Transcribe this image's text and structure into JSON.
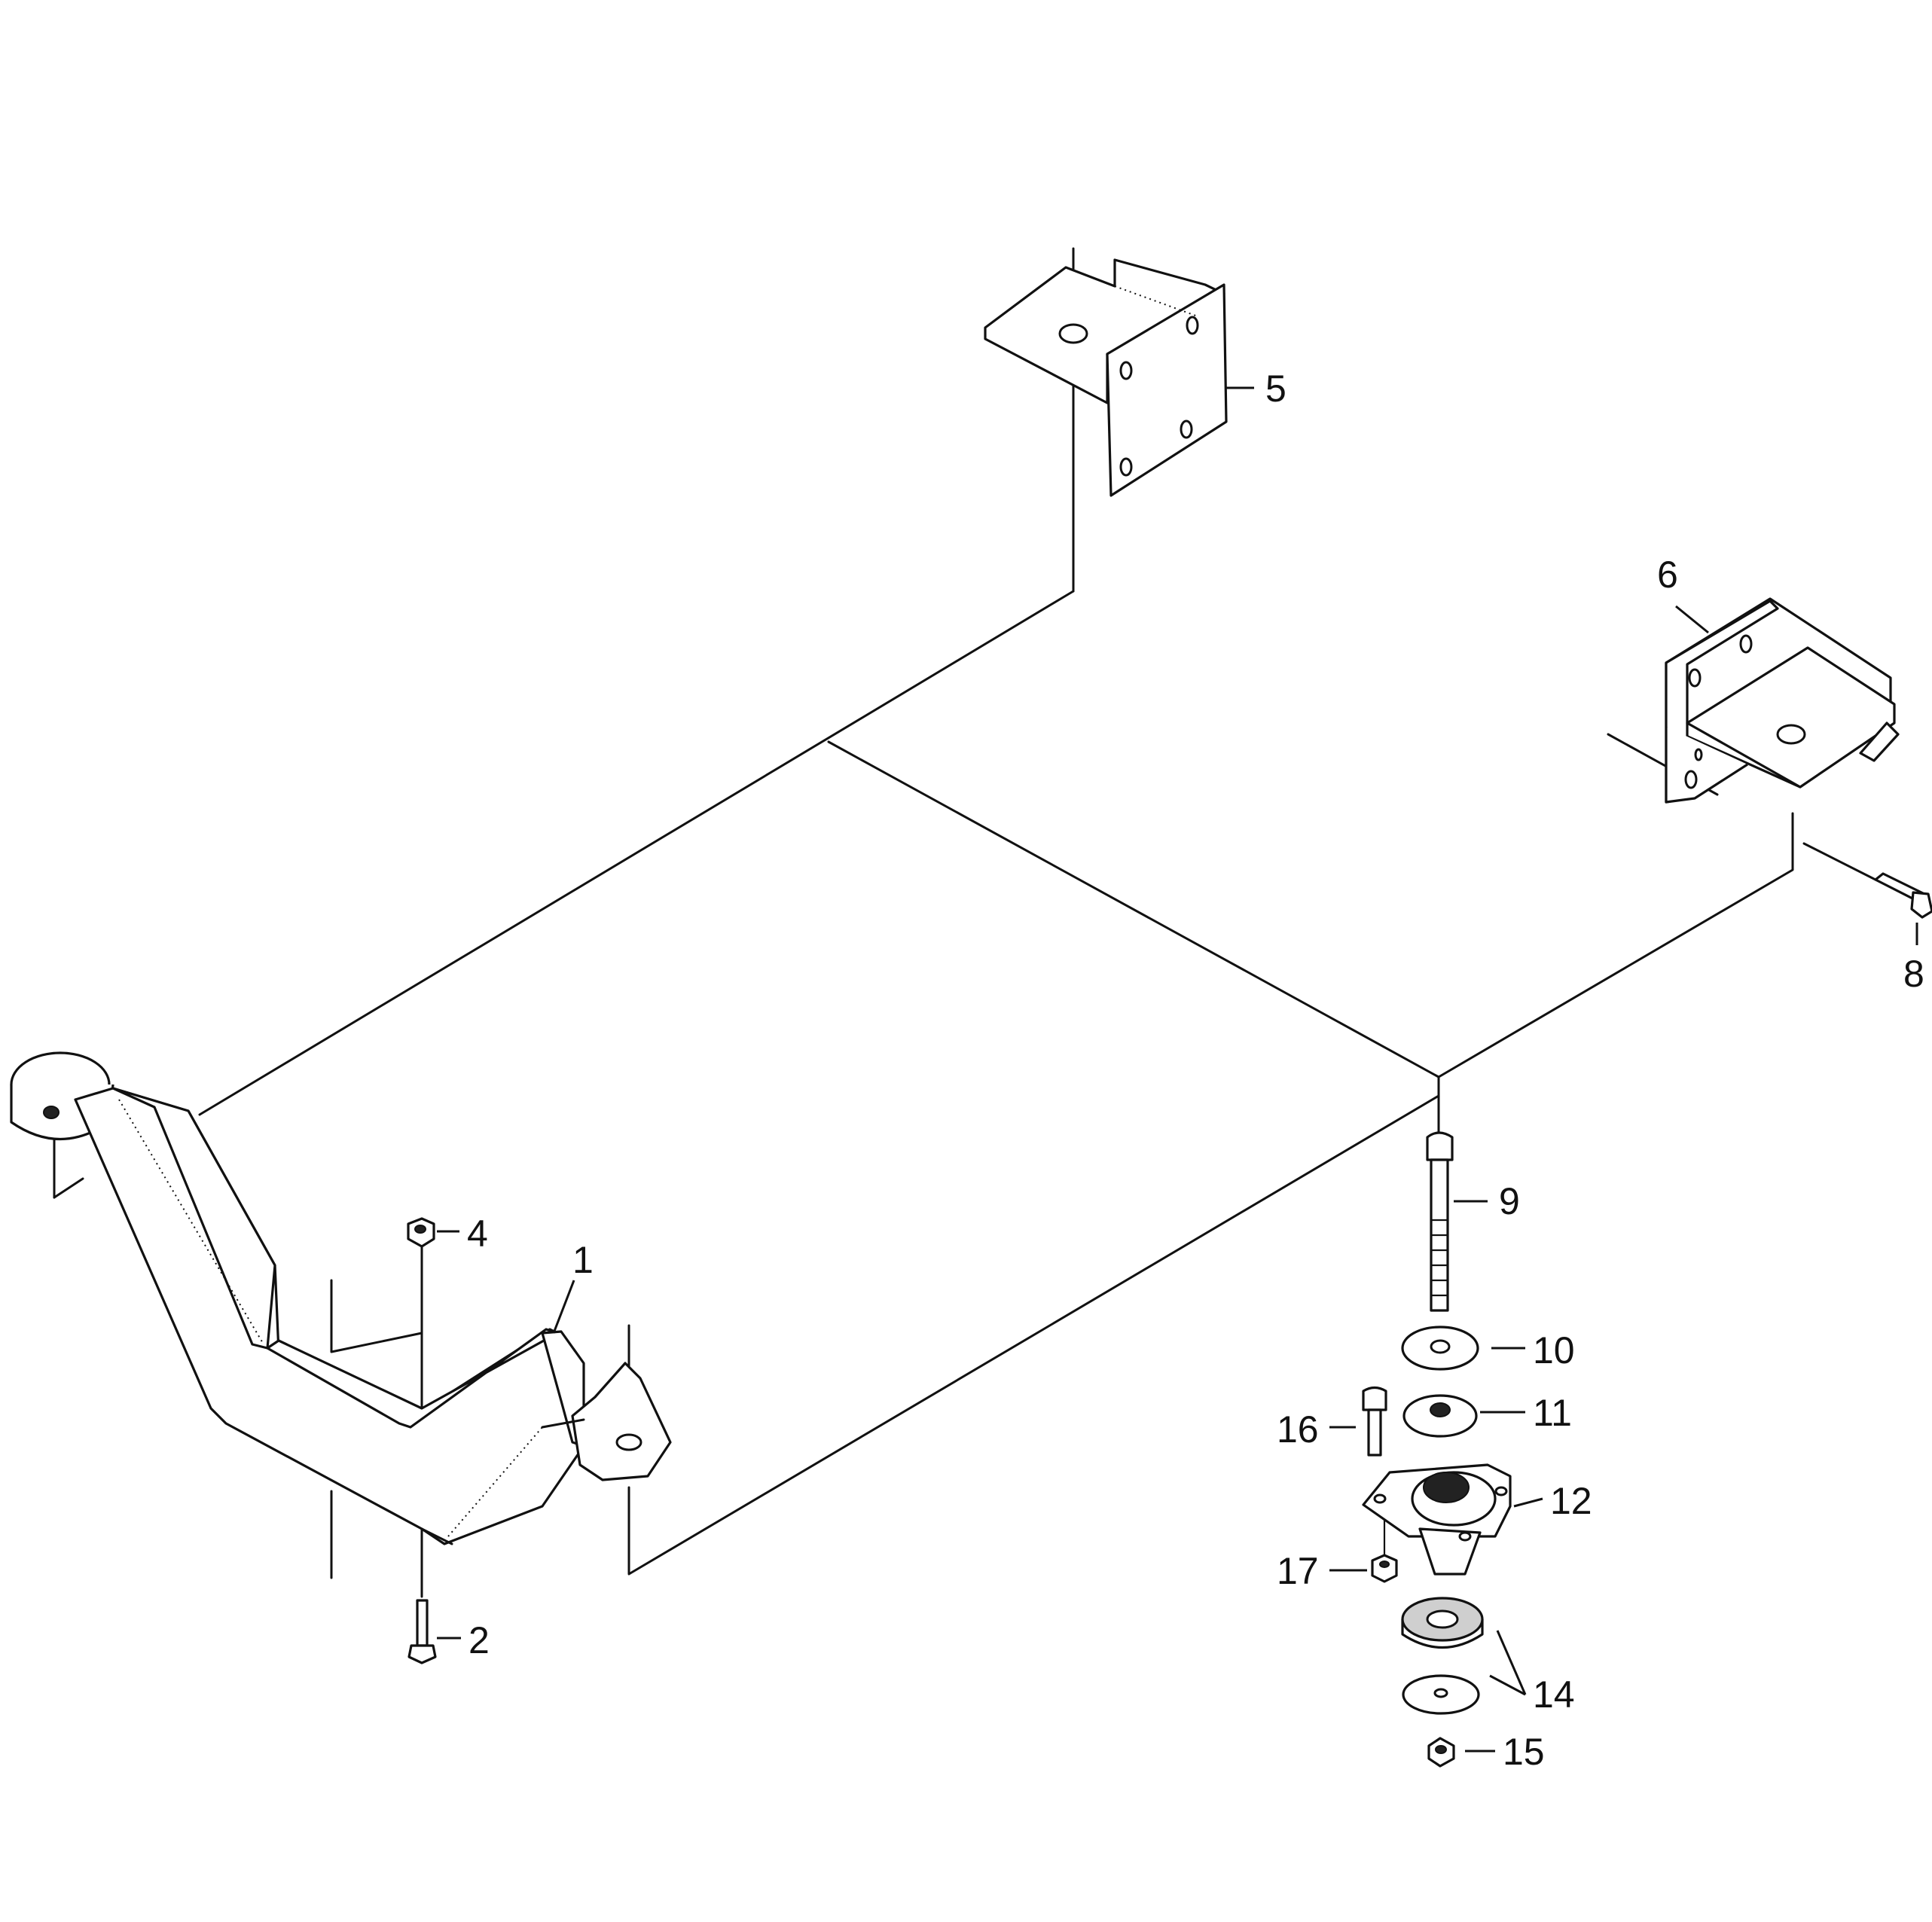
{
  "labels": {
    "p1": "1",
    "p2": "2",
    "p4": "4",
    "p5": "5",
    "p6": "6",
    "p8": "8",
    "p9": "9",
    "p10": "10",
    "p11": "11",
    "p12": "12",
    "p14": "14",
    "p15": "15",
    "p16": "16",
    "p17": "17"
  }
}
